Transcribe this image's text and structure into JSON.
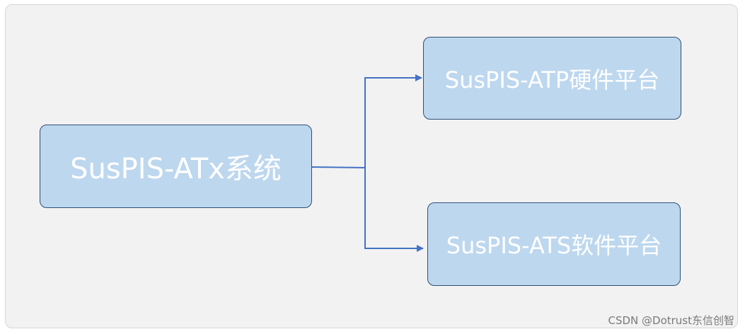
{
  "diagram": {
    "root": {
      "label": "SusPIS-ATx系统"
    },
    "children": [
      {
        "label": "SusPIS-ATP硬件平台"
      },
      {
        "label": "SusPIS-ATS软件平台"
      }
    ]
  },
  "colors": {
    "background": "#f2f2f2",
    "node_fill": "#bdd7ee",
    "node_border": "#2f4f75",
    "node_text": "#ffffff",
    "connector": "#4472c4"
  },
  "watermark": "CSDN @Dotrust东信创智"
}
